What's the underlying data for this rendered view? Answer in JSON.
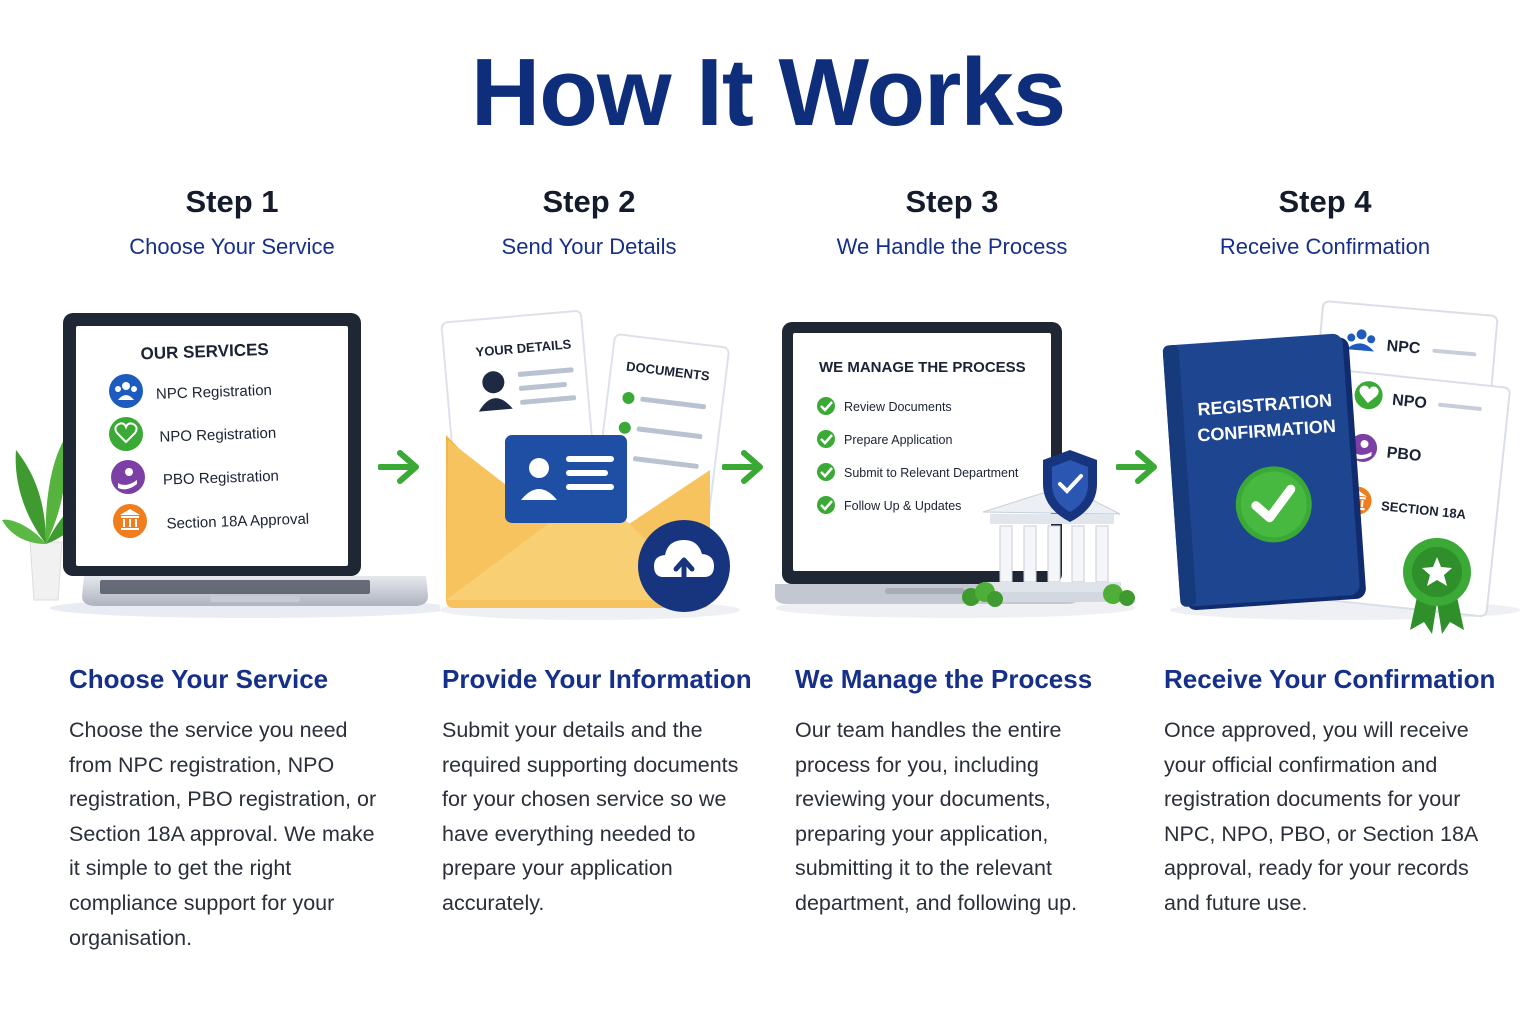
{
  "header": {
    "title": "How It Works"
  },
  "steps": [
    {
      "label": "Step 1",
      "subtitle": "Choose Your Service",
      "heading": "Choose Your Service",
      "body": "Choose the service you need from NPC registration, NPO registration, PBO registration, or Section 18A approval. We make it simple to get the right compliance support for your organisation.",
      "screen": {
        "title": "OUR SERVICES",
        "items": [
          "NPC Registration",
          "NPO Registration",
          "PBO Registration",
          "Section 18A Approval"
        ]
      }
    },
    {
      "label": "Step 2",
      "subtitle": "Send Your Details",
      "heading": "Provide Your Information",
      "body": "Submit your details and the required supporting documents for your chosen service so we have everything needed to prepare your application accurately.",
      "screen": {
        "details_label": "YOUR DETAILS",
        "documents_label": "DOCUMENTS"
      }
    },
    {
      "label": "Step 3",
      "subtitle": "We Handle the Process",
      "heading": "We Manage the Process",
      "body": "Our team handles the entire process for you, including reviewing your documents, preparing your application, submitting it to the relevant department, and following up.",
      "screen": {
        "title": "WE MANAGE THE PROCESS",
        "items": [
          "Review Documents",
          "Prepare Application",
          "Submit to Relevant Department",
          "Follow Up & Updates"
        ]
      }
    },
    {
      "label": "Step 4",
      "subtitle": "Receive Confirmation",
      "heading": "Receive Your Confirmation",
      "body": "Once approved, you will receive your official confirmation and registration documents for your NPC, NPO, PBO, or Section 18A approval, ready for your records and future use.",
      "screen": {
        "book_line1": "REGISTRATION",
        "book_line2": "CONFIRMATION",
        "items": [
          "NPC",
          "NPO",
          "PBO",
          "SECTION 18A"
        ]
      }
    }
  ],
  "colors": {
    "navy": "#0e2d7a",
    "accent_blue": "#16308a",
    "green": "#3aa935",
    "purple": "#7b3fa6",
    "orange": "#f07d1e",
    "envelope": "#f7c35e"
  },
  "icons": {
    "arrow": "arrow-right-icon",
    "check": "check-circle-icon",
    "upload": "cloud-upload-icon",
    "shield": "shield-check-icon",
    "building": "government-building-icon",
    "ribbon": "award-ribbon-icon",
    "plant": "plant-icon"
  }
}
